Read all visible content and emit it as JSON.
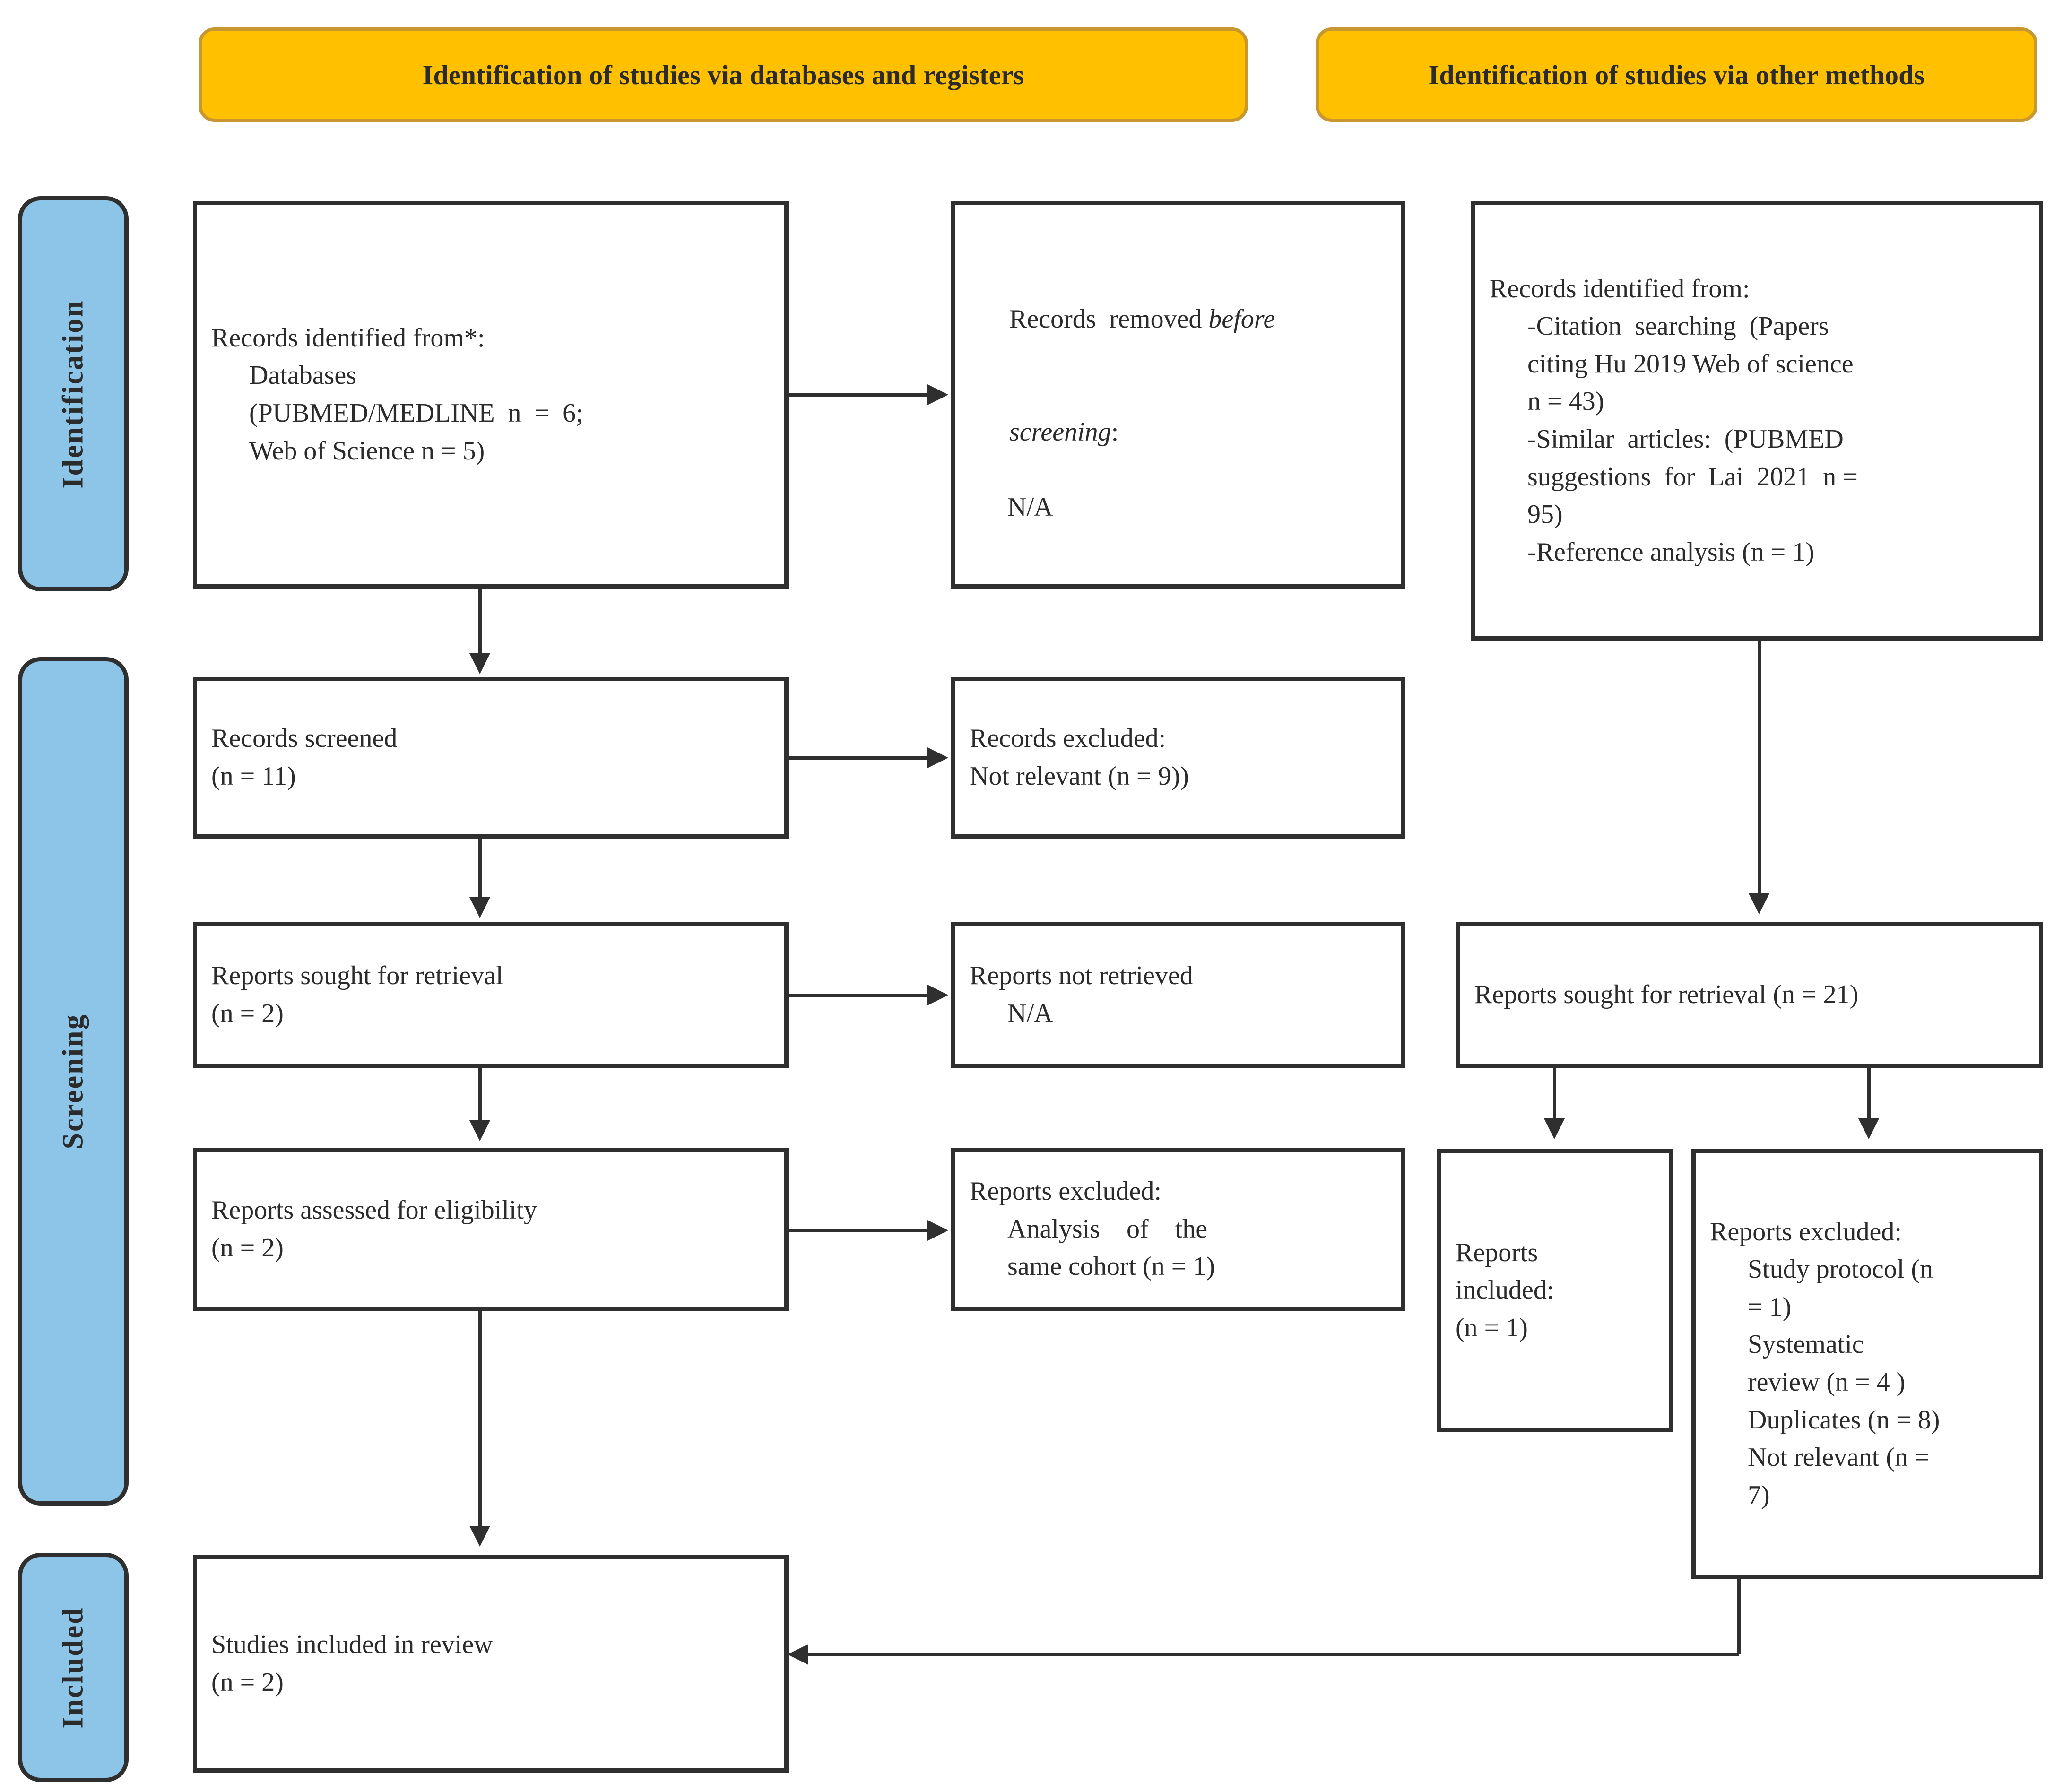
{
  "diagram": {
    "type": "prisma-flow-diagram",
    "banners": [
      {
        "id": "databases-registers",
        "label": "Identification of studies via databases and registers"
      },
      {
        "id": "other-methods",
        "label": "Identification of studies via other methods"
      }
    ],
    "phases": [
      {
        "id": "identification",
        "label": "Identification"
      },
      {
        "id": "screening",
        "label": "Screening"
      },
      {
        "id": "included",
        "label": "Included"
      }
    ],
    "boxes": {
      "records_identified_db": {
        "lines": [
          "Records identified from*:",
          "Databases",
          "(PUBMED/MEDLINE  n  =  6;",
          "Web of Science n = 5)"
        ]
      },
      "records_removed_before_screening": {
        "lines": [
          "Records removed ",
          "before",
          "screening",
          ":",
          "N/A"
        ],
        "line1_plain": "Records  removed ",
        "line1_italic": "before",
        "line2_italic": "screening",
        "line2_plain": ":",
        "line3": "N/A"
      },
      "records_identified_other": {
        "lines": [
          "Records identified from:",
          "-Citation  searching  (Papers",
          "citing Hu 2019 Web of science",
          "n = 43)",
          "-Similar  articles:  (PUBMED",
          "suggestions  for  Lai  2021  n =",
          "95)",
          "-Reference analysis (n = 1)"
        ]
      },
      "records_screened": {
        "lines": [
          "Records screened",
          "(n = 11)"
        ]
      },
      "records_excluded": {
        "lines": [
          "Records excluded:",
          "Not relevant (n = 9))"
        ]
      },
      "reports_sought_db": {
        "lines": [
          "Reports sought for retrieval",
          "(n = 2)"
        ]
      },
      "reports_not_retrieved": {
        "lines": [
          "Reports not retrieved",
          "N/A"
        ]
      },
      "reports_sought_other": {
        "lines": [
          "Reports sought for retrieval (n = 21)"
        ]
      },
      "reports_assessed": {
        "lines": [
          "Reports assessed for eligibility",
          "(n = 2)"
        ]
      },
      "reports_excluded_db": {
        "lines": [
          "Reports excluded:",
          "Analysis    of    the",
          "same cohort (n = 1)"
        ]
      },
      "reports_included_other": {
        "lines": [
          "Reports",
          "included:",
          "(n = 1)"
        ]
      },
      "reports_excluded_other": {
        "lines": [
          "Reports excluded:",
          "Study protocol (n",
          "= 1)",
          "Systematic",
          "review (n = 4 )",
          "Duplicates (n = 8)",
          "Not relevant (n =",
          "7)"
        ]
      },
      "studies_included": {
        "lines": [
          "Studies included in review",
          "(n = 2)"
        ]
      }
    },
    "colors": {
      "banner_fill": "#FFC000",
      "banner_border": "#C8972F",
      "phase_fill": "#8CC5E8",
      "stroke": "#2f2f2f",
      "box_fill": "#ffffff",
      "text": "#2b2b2b"
    }
  }
}
